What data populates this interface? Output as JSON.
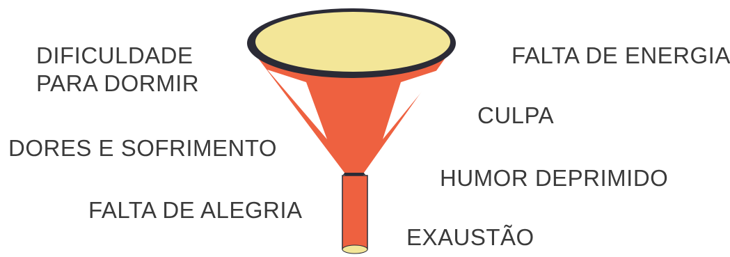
{
  "labels": {
    "sleep_line1": "DIFICULDADE",
    "sleep_line2": "PARA DORMIR",
    "pain": "DORES E SOFRIMENTO",
    "joy": "FALTA DE ALEGRIA",
    "energy": "FALTA DE ENERGIA",
    "guilt": "CULPA",
    "mood": "HUMOR DEPRIMIDO",
    "exhaustion": "EXAUSTÃO"
  },
  "colors": {
    "funnel_body": "#ee6140",
    "funnel_rim": "#2b2b36",
    "funnel_top": "#f3e698",
    "highlight": "#ffffff",
    "text": "#3a3a3a"
  }
}
